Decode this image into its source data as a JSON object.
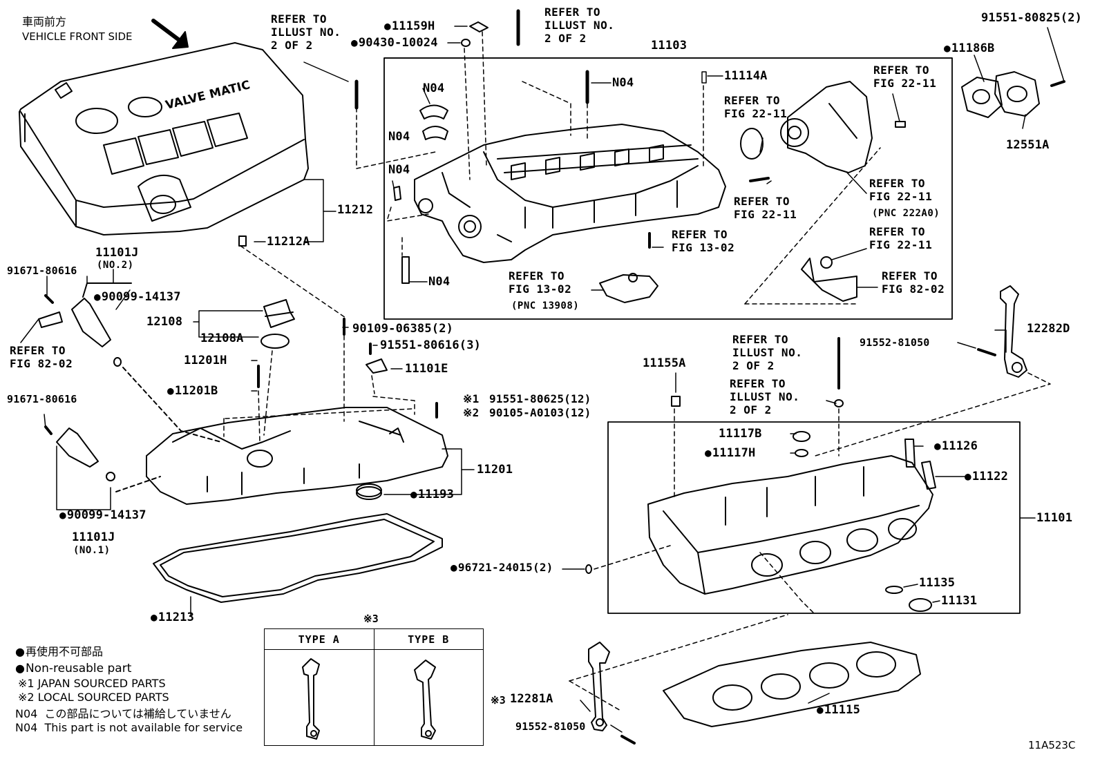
{
  "orientation": {
    "jp": "車両前方",
    "en": "VEHICLE FRONT SIDE"
  },
  "cover_lettering": "VALVE MATIC",
  "parts": {
    "p11159H": "11159H",
    "p90430": "90430-10024",
    "p11103": "11103",
    "p91551_80825": "91551-80825(2)",
    "p11186B": "11186B",
    "p12551A": "12551A",
    "pN04a": "N04",
    "pN04b": "N04",
    "pN04c": "N04",
    "pN04d": "N04",
    "pN04e": "N04",
    "p11114A": "11114A",
    "p11212": "11212",
    "p11212A": "11212A",
    "p11101J_top": "11101J",
    "no2": "(NO.2)",
    "p91671_a": "91671-80616",
    "p90099_a": "90099-14137",
    "p12108": "12108",
    "p12108A": "12108A",
    "p90109": "90109-06385(2)",
    "p91551_80616": "91551-80616(3)",
    "p11101E": "11101E",
    "p11201H": "11201H",
    "p11201B": "11201B",
    "p91551_80625": "91551-80625(12)",
    "p90105": "90105-A0103(12)",
    "p91671_b": "91671-80616",
    "p11201": "11201",
    "p11193": "11193",
    "p90099_b": "90099-14137",
    "p11101J_bot": "11101J",
    "no1": "(NO.1)",
    "p11213": "11213",
    "p11155A": "11155A",
    "p91552_a": "91552-81050",
    "p12282D": "12282D",
    "p11117B": "11117B",
    "p11117H": "11117H",
    "p11126": "11126",
    "p11122": "11122",
    "p11101": "11101",
    "p96721": "96721-24015(2)",
    "p11135": "11135",
    "p11131": "11131",
    "p12281A": "12281A",
    "p91552_b": "91552-81050",
    "p11115": "11115"
  },
  "refs": {
    "r_illust_a": "REFER TO\nILLUST NO.\n2 OF 2",
    "r_illust_b": "REFER TO\nILLUST NO.\n2 OF 2",
    "r_fig2211_a": "REFER TO\nFIG 22-11",
    "r_fig2211_b": "REFER TO\nFIG 22-11",
    "r_fig2211_c": "REFER TO\nFIG 22-11",
    "r_fig2211_d": "REFER TO\nFIG 22-11",
    "pnc222": "(PNC 222A0)",
    "r_fig2211_e": "REFER TO\nFIG 22-11",
    "r_fig1302_a": "REFER TO\nFIG 13-02",
    "r_fig1302_b": "REFER TO\nFIG 13-02",
    "pnc139": "(PNC 13908)",
    "r_fig8202_a": "REFER TO\nFIG 82-02",
    "r_fig8202_b": "REFER TO\nFIG 82-02",
    "r_illust_c": "REFER TO\nILLUST NO.\n2 OF 2",
    "r_illust_d": "REFER TO\nILLUST NO.\n2 OF 2"
  },
  "marks": {
    "m1": "※1",
    "m2": "※2",
    "m3a": "※3",
    "m3b": "※3"
  },
  "types": {
    "a": "TYPE A",
    "b": "TYPE B"
  },
  "legend": {
    "jp_nonreuse": "再使用不可部品",
    "en_nonreuse": "Non-reusable part",
    "japan": "※1 JAPAN SOURCED PARTS",
    "local": "※2 LOCAL SOURCED PARTS",
    "n04_jp": "N04  この部品については補給していません",
    "n04_en": "N04  This part is not available for service"
  },
  "figure_code": "11A523C"
}
